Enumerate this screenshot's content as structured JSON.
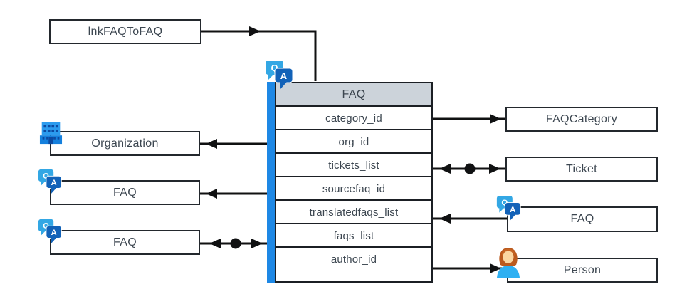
{
  "diagram": {
    "link_box": {
      "label": "lnkFAQToFAQ"
    },
    "table": {
      "title": "FAQ",
      "icon": "qa-speech-bubbles-icon",
      "rows": [
        "category_id",
        "org_id",
        "tickets_list",
        "sourcefaq_id",
        "translatedfaqs_list",
        "faqs_list",
        "author_id"
      ],
      "accent_color": "#1e88e5",
      "header_bg": "#ccd3da"
    },
    "left_entities": [
      {
        "label": "Organization",
        "icon": "organization-building-icon"
      },
      {
        "label": "FAQ",
        "icon": "qa-speech-bubbles-icon"
      },
      {
        "label": "FAQ",
        "icon": "qa-speech-bubbles-icon"
      }
    ],
    "right_entities": [
      {
        "label": "FAQCategory",
        "icon": "none"
      },
      {
        "label": "Ticket",
        "icon": "none"
      },
      {
        "label": "FAQ",
        "icon": "qa-speech-bubbles-icon"
      },
      {
        "label": "Person",
        "icon": "person-icon"
      }
    ],
    "connections": [
      {
        "from": "lnkFAQToFAQ",
        "to": "FAQ table",
        "style": "arrow-into-table-top"
      },
      {
        "from": "FAQ.category_id",
        "to": "FAQCategory",
        "style": "arrow-right"
      },
      {
        "from": "FAQ.org_id",
        "to": "Organization",
        "style": "arrow-left"
      },
      {
        "from": "FAQ.tickets_list",
        "to": "Ticket",
        "style": "double-arrow-with-dot"
      },
      {
        "from": "FAQ.sourcefaq_id",
        "to": "FAQ (left)",
        "style": "arrow-left"
      },
      {
        "from": "FAQ (right)",
        "to": "FAQ.translatedfaqs_list",
        "style": "arrow-left"
      },
      {
        "from": "FAQ.faqs_list",
        "to": "FAQ (bottom left)",
        "style": "double-arrow-with-dot"
      },
      {
        "from": "FAQ.author_id",
        "to": "Person",
        "style": "arrow-right"
      }
    ],
    "colors": {
      "connector": "#101112",
      "border": "#23282d",
      "text": "#3c4650"
    }
  }
}
